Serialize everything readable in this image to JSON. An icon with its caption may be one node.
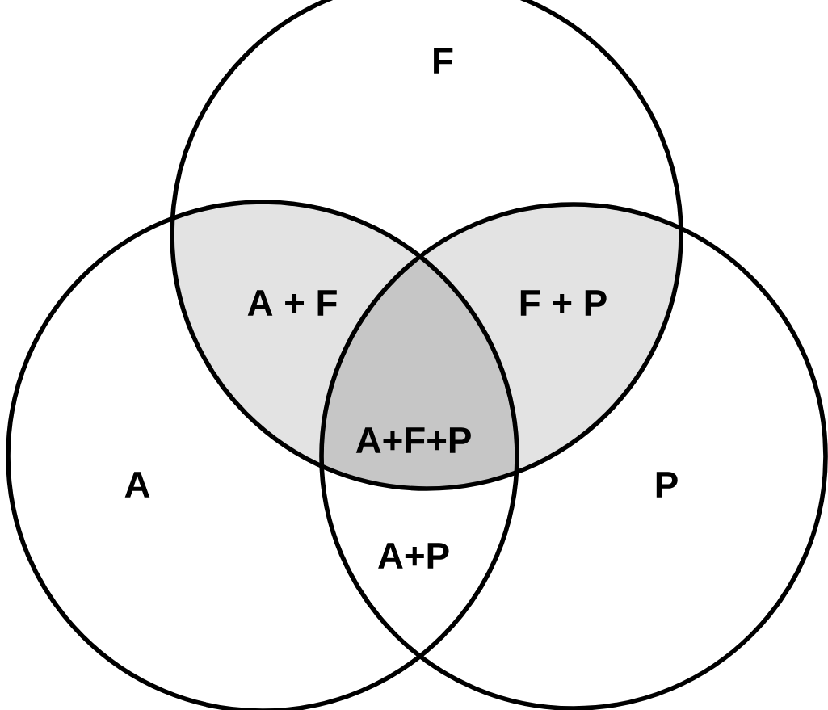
{
  "diagram": {
    "nodes": [
      {
        "text": [
          "F"
        ]
      },
      {
        "text": [
          "A"
        ]
      },
      {
        "text": [
          "P"
        ]
      }
    ],
    "labels": [
      "A + F",
      "F + P",
      "A+F+P",
      "A+P"
    ]
  }
}
